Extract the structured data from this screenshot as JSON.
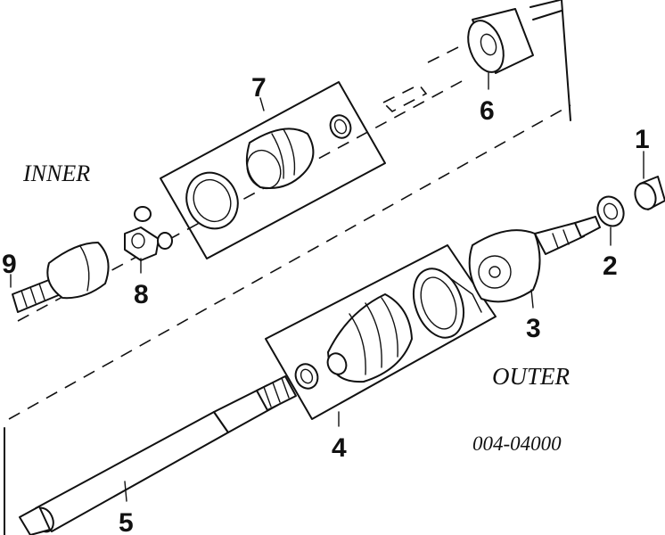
{
  "labels": {
    "inner": "INNER",
    "outer": "OUTER",
    "code": "004-04000"
  },
  "callouts": [
    "1",
    "2",
    "3",
    "4",
    "5",
    "6",
    "7",
    "8",
    "9"
  ]
}
